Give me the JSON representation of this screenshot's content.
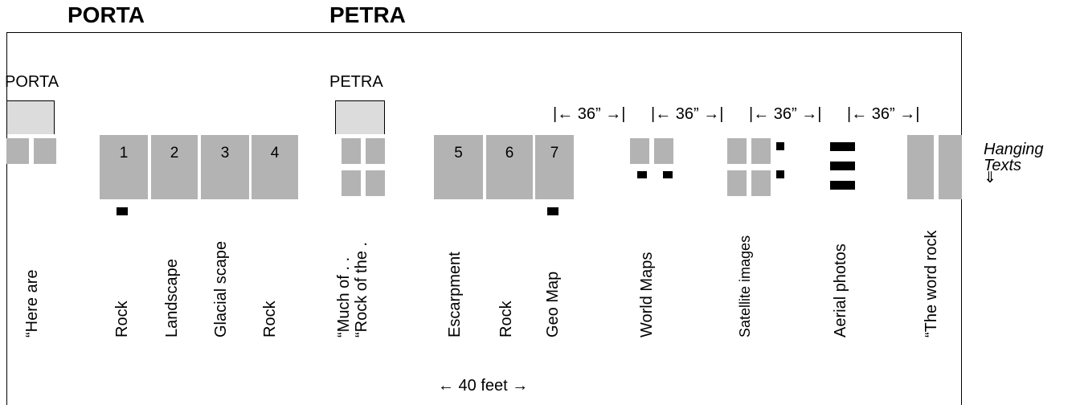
{
  "titles": {
    "porta": "PORTA",
    "petra": "PETRA"
  },
  "entrances": {
    "porta": "PORTA",
    "petra": "PETRA"
  },
  "panel_numbers": [
    "1",
    "2",
    "3",
    "4",
    "5",
    "6",
    "7"
  ],
  "spacing": {
    "seg1": "|← 36” →|",
    "seg2": "|← 36” →|",
    "seg3": "|← 36” →|",
    "seg4": "|← 36” →|"
  },
  "hanging": {
    "line1": "Hanging",
    "line2": "Texts",
    "arrow": "⇓"
  },
  "labels": {
    "here_are": "“Here are",
    "rock1": "Rock",
    "landscape": "Landscape",
    "glacial": "Glacial scape",
    "rock4": "Rock",
    "much_of": "“Much of . .",
    "rock_of_the": "“Rock of the .",
    "escarpment": "Escarpment",
    "rock6": "Rock",
    "geo_map": "Geo  Map",
    "world_maps": "World Maps",
    "satellite": "Satellite images",
    "aerial": "Aerial photos",
    "word_rock": "“The word rock"
  },
  "length": "← 40 feet →",
  "colors": {
    "panel": "#b3b3b3",
    "door": "#dcdcdc",
    "marker": "#000000"
  }
}
